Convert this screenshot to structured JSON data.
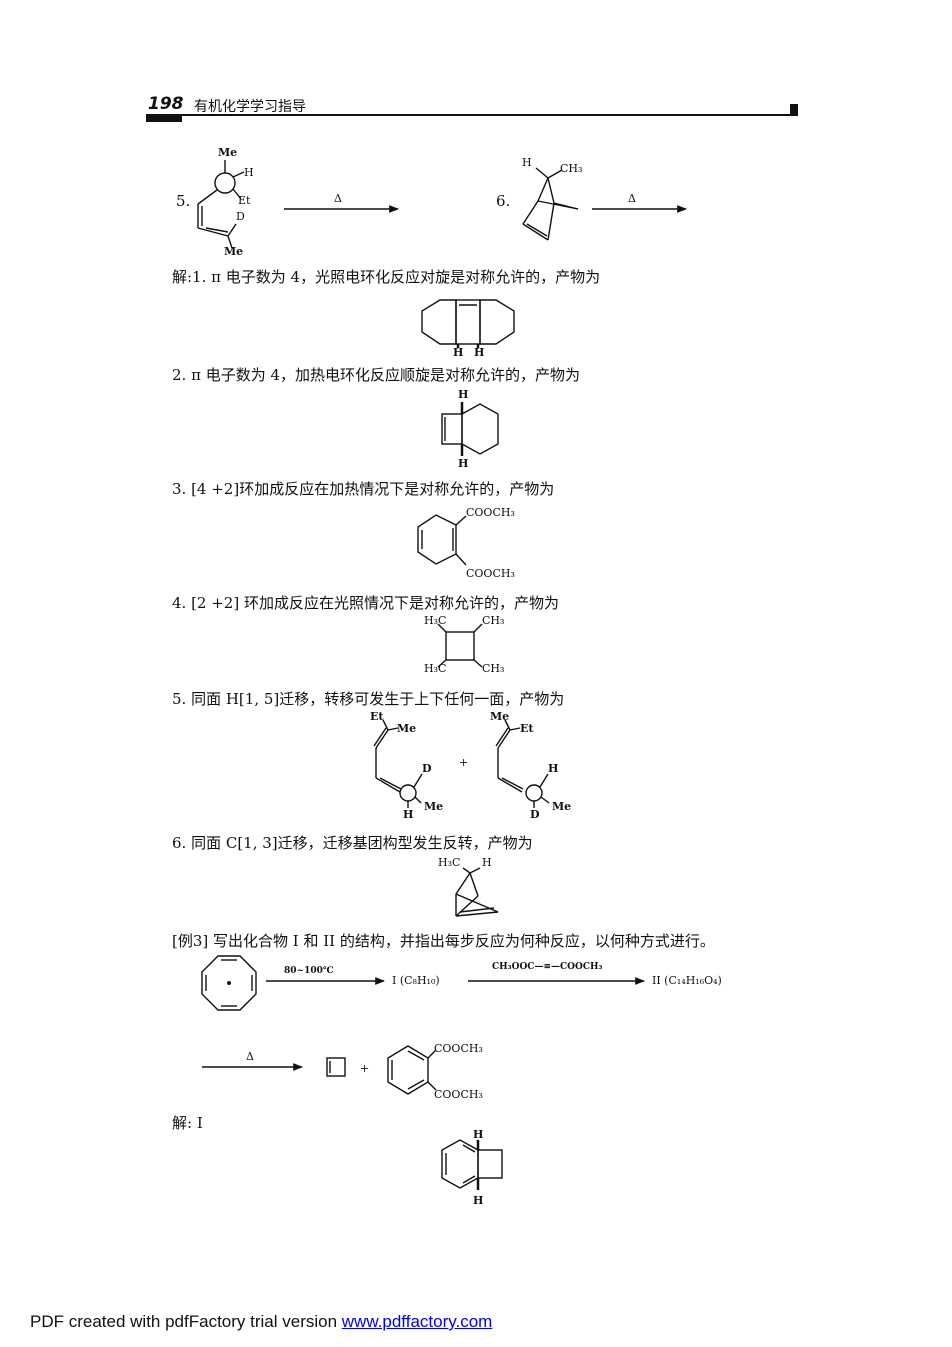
{
  "header": {
    "page_number": "198",
    "book_title": "有机化学学习指导"
  },
  "problems": {
    "p5_label": "5.",
    "p5_me_top": "Me",
    "p5_h": "H",
    "p5_et": "Et",
    "p5_d": "D",
    "p5_me_bottom": "Me",
    "p5_arrow": "Δ",
    "p6_label": "6.",
    "p6_h": "H",
    "p6_ch3": "CH₃",
    "p6_arrow": "Δ"
  },
  "answers": {
    "a1_text": "解:1. π 电子数为 4，光照电环化反应对旋是对称允许的，产物为",
    "a1_h_left": "H",
    "a1_h_right": "H",
    "a2_text": "2. π 电子数为 4，加热电环化反应顺旋是对称允许的，产物为",
    "a2_h_top": "H",
    "a2_h_bottom": "H",
    "a3_text": "3. [4 +2]环加成反应在加热情况下是对称允许的，产物为",
    "a3_cooch3_top": "COOCH₃",
    "a3_cooch3_bottom": "COOCH₃",
    "a4_text": "4. [2 +2] 环加成反应在光照情况下是对称允许的，产物为",
    "a4_h3c_top": "H₃C",
    "a4_ch3_top": "CH₃",
    "a4_h3c_bottom": "H₃C",
    "a4_ch3_bottom": "CH₃",
    "a5_text": "5. 同面 H[1, 5]迁移，转移可发生于上下任何一面，产物为",
    "a5_l_et": "Et",
    "a5_l_me": "Me",
    "a5_l_d": "D",
    "a5_l_h": "H",
    "a5_l_me2": "Me",
    "a5_plus": "+",
    "a5_r_me": "Me",
    "a5_r_et": "Et",
    "a5_r_h": "H",
    "a5_r_d": "D",
    "a5_r_me2": "Me",
    "a6_text": "6. 同面 C[1, 3]迁移，迁移基团构型发生反转，产物为",
    "a6_h3c": "H₃C",
    "a6_h": "H"
  },
  "example3": {
    "text": "[例3]   写出化合物 I 和 II 的结构，并指出每步反应为何种反应，以何种方式进行。",
    "cond1": "80~100℃",
    "compound1": "I (C₈H₁₀)",
    "reagent2": "CH₃OOC—≡—COOCH₃",
    "compound2": "II (C₁₄H₁₆O₄)",
    "arrow3": "Δ",
    "plus": "+",
    "cooch3_top": "COOCH₃",
    "cooch3_bottom": "COOCH₃",
    "solution_label": "解: I",
    "sol_h_top": "H",
    "sol_h_bottom": "H"
  },
  "footer": {
    "prefix": "PDF created with pdfFactory trial version ",
    "link_text": "www.pdffactory.com"
  }
}
